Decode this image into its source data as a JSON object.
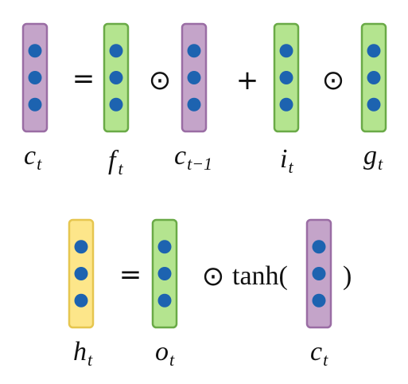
{
  "colors": {
    "purple_fill": "#c4a4c9",
    "purple_stroke": "#9a6da4",
    "green_fill": "#b4e48f",
    "green_stroke": "#6aaa47",
    "yellow_fill": "#fde68a",
    "yellow_stroke": "#e6c64f",
    "dot": "#1d63b0"
  },
  "eq1": {
    "vectors": [
      {
        "id": "c_t",
        "color": "purple",
        "dots": 3,
        "label": "c",
        "sub": "t"
      },
      {
        "id": "f_t",
        "color": "green",
        "dots": 3,
        "label": "f",
        "sub": "t"
      },
      {
        "id": "c_t-1",
        "color": "purple",
        "dots": 3,
        "label": "c",
        "sub": "t−1"
      },
      {
        "id": "i_t",
        "color": "green",
        "dots": 3,
        "label": "i",
        "sub": "t"
      },
      {
        "id": "g_t",
        "color": "green",
        "dots": 3,
        "label": "g",
        "sub": "t"
      }
    ],
    "operators": {
      "equals": "=",
      "hadamard1": "⊙",
      "plus": "+",
      "hadamard2": "⊙"
    }
  },
  "eq2": {
    "vectors": [
      {
        "id": "h_t",
        "color": "yellow",
        "dots": 3,
        "label": "h",
        "sub": "t"
      },
      {
        "id": "o_t",
        "color": "green",
        "dots": 3,
        "label": "o",
        "sub": "t"
      },
      {
        "id": "c_t2",
        "color": "purple",
        "dots": 3,
        "label": "c",
        "sub": "t"
      }
    ],
    "operators": {
      "equals": "=",
      "hadamard": "⊙",
      "tanh_open": "tanh(",
      "close": ")"
    }
  }
}
